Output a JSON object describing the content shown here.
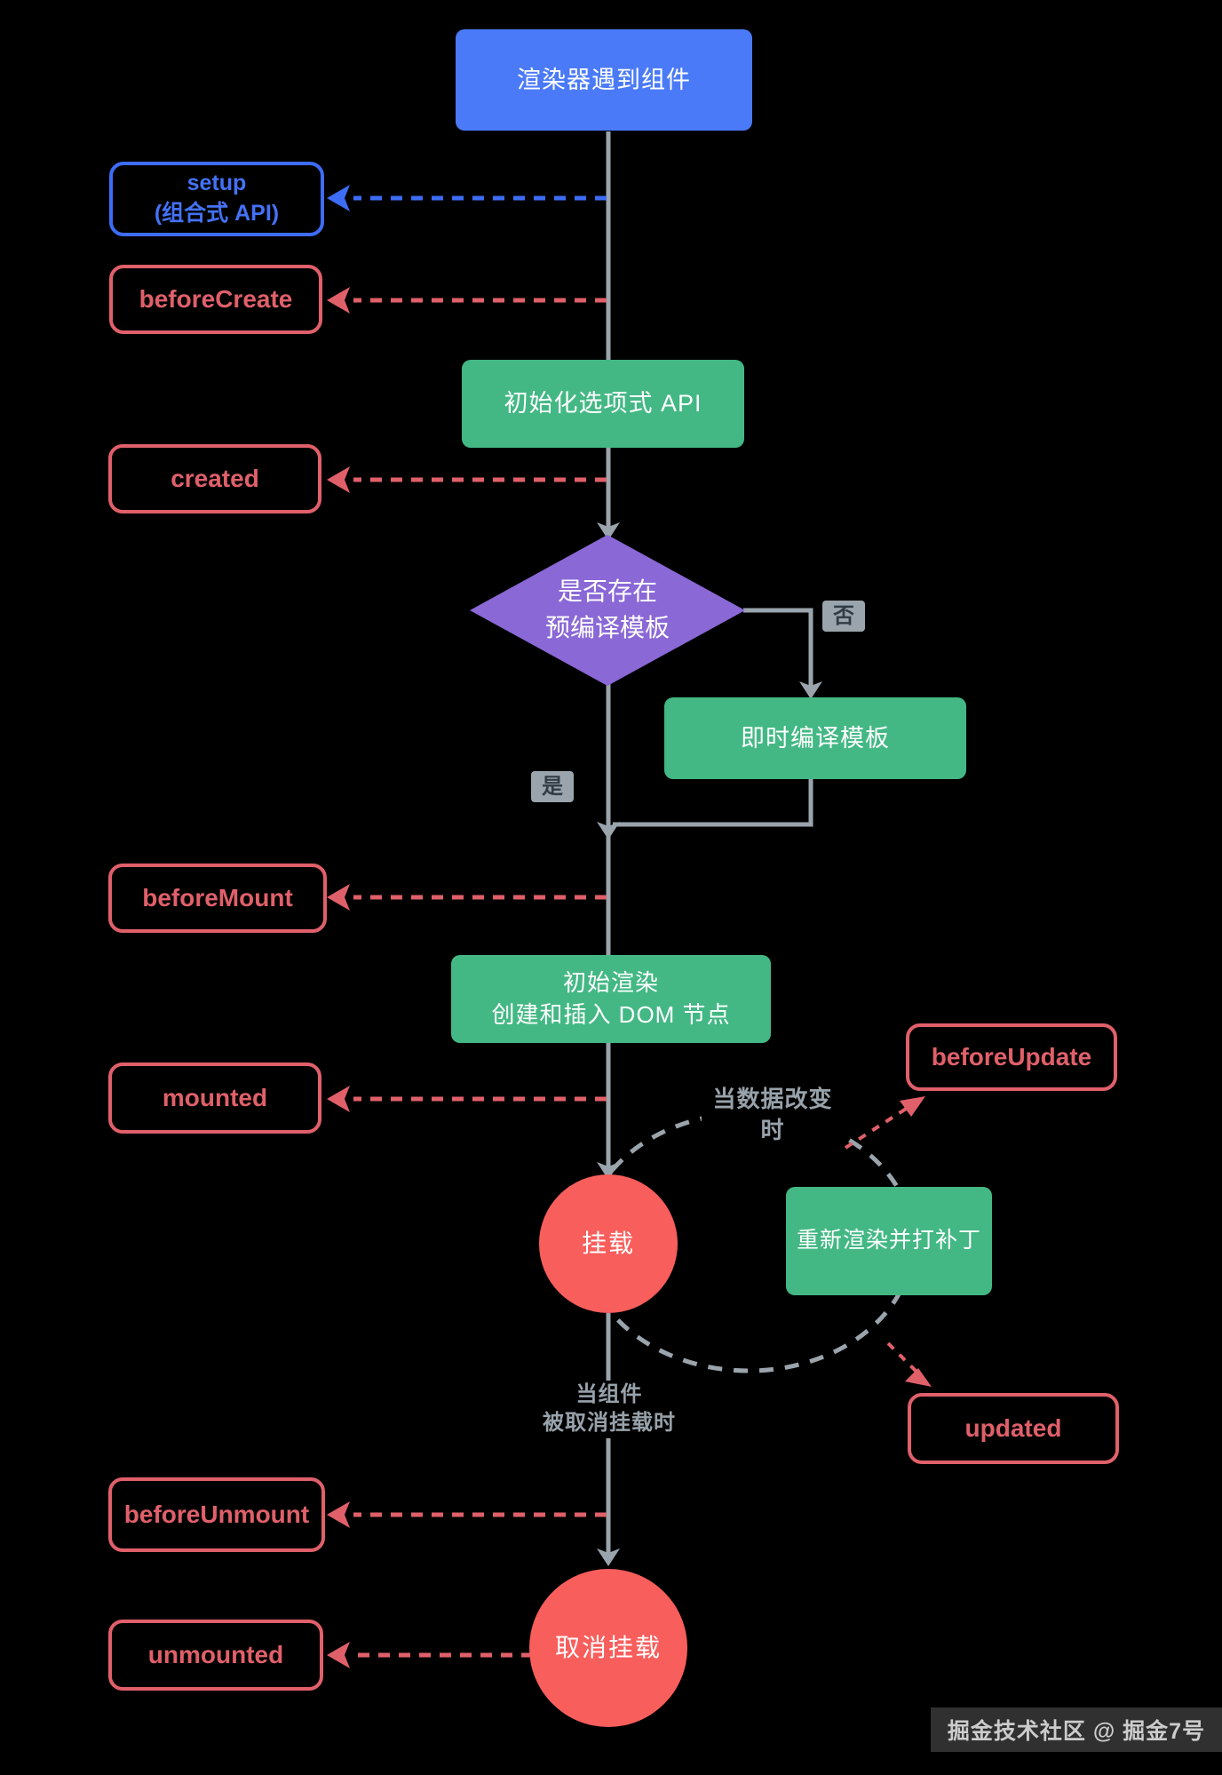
{
  "palette": {
    "node_blue": "#4a7af7",
    "node_green": "#43b884",
    "node_purple": "#8a68d6",
    "node_red_circle": "#f85e5c",
    "hook_red": "#e0606a",
    "hook_blue": "#3d6cf5",
    "line_gray": "#9aa4ac",
    "label_gray": "#98a2aa",
    "background": "#000000"
  },
  "nodes": {
    "renderer_encounters_component": "渲染器遇到组件",
    "setup_line1": "setup",
    "setup_line2": "(组合式 API)",
    "before_create": "beforeCreate",
    "init_options_api": "初始化选项式 API",
    "created": "created",
    "decision_line1": "是否存在",
    "decision_line2": "预编译模板",
    "branch_no": "否",
    "branch_yes": "是",
    "compile_template_on_fly": "即时编译模板",
    "before_mount": "beforeMount",
    "initial_render_line1": "初始渲染",
    "initial_render_line2": "创建和插入 DOM 节点",
    "mounted_hook": "mounted",
    "when_data_changes": "当数据改变时",
    "before_update": "beforeUpdate",
    "mounted_state": "挂载",
    "rerender_and_patch": "重新渲染并打补丁",
    "updated_hook": "updated",
    "when_unmounted_line1": "当组件",
    "when_unmounted_line2": "被取消挂载时",
    "before_unmount": "beforeUnmount",
    "unmount_state": "取消挂载",
    "unmounted_hook": "unmounted"
  },
  "watermark": "掘金技术社区 @ 掘金7号"
}
